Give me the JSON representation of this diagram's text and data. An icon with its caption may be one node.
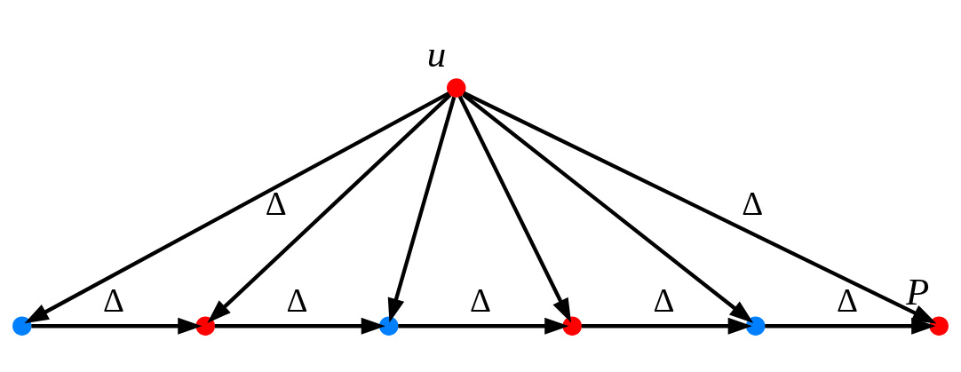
{
  "diagram": {
    "nodes": [
      {
        "text": [],
        "shape": "circle",
        "beside": [
          "u"
        ]
      },
      {
        "text": [],
        "shape": "circle"
      },
      {
        "text": [],
        "shape": "circle"
      },
      {
        "text": [],
        "shape": "circle"
      },
      {
        "text": [],
        "shape": "circle"
      },
      {
        "text": [],
        "shape": "circle"
      },
      {
        "text": [],
        "shape": "circle",
        "beside": [
          "P"
        ]
      }
    ],
    "edges": [
      {
        "from": 0,
        "to": 1,
        "arrow": "to",
        "label": "Δ"
      },
      {
        "from": 0,
        "to": 2,
        "arrow": "to"
      },
      {
        "from": 0,
        "to": 3,
        "arrow": "to"
      },
      {
        "from": 0,
        "to": 4,
        "arrow": "to"
      },
      {
        "from": 0,
        "to": 5,
        "arrow": "to"
      },
      {
        "from": 0,
        "to": 6,
        "arrow": "to",
        "label": "Δ"
      },
      {
        "from": 1,
        "to": 2,
        "arrow": "to",
        "label": "Δ"
      },
      {
        "from": 2,
        "to": 3,
        "arrow": "to",
        "label": "Δ"
      },
      {
        "from": 3,
        "to": 4,
        "arrow": "to",
        "label": "Δ"
      },
      {
        "from": 4,
        "to": 5,
        "arrow": "to",
        "label": "Δ"
      },
      {
        "from": 5,
        "to": 6,
        "arrow": "to",
        "label": "Δ"
      }
    ]
  }
}
